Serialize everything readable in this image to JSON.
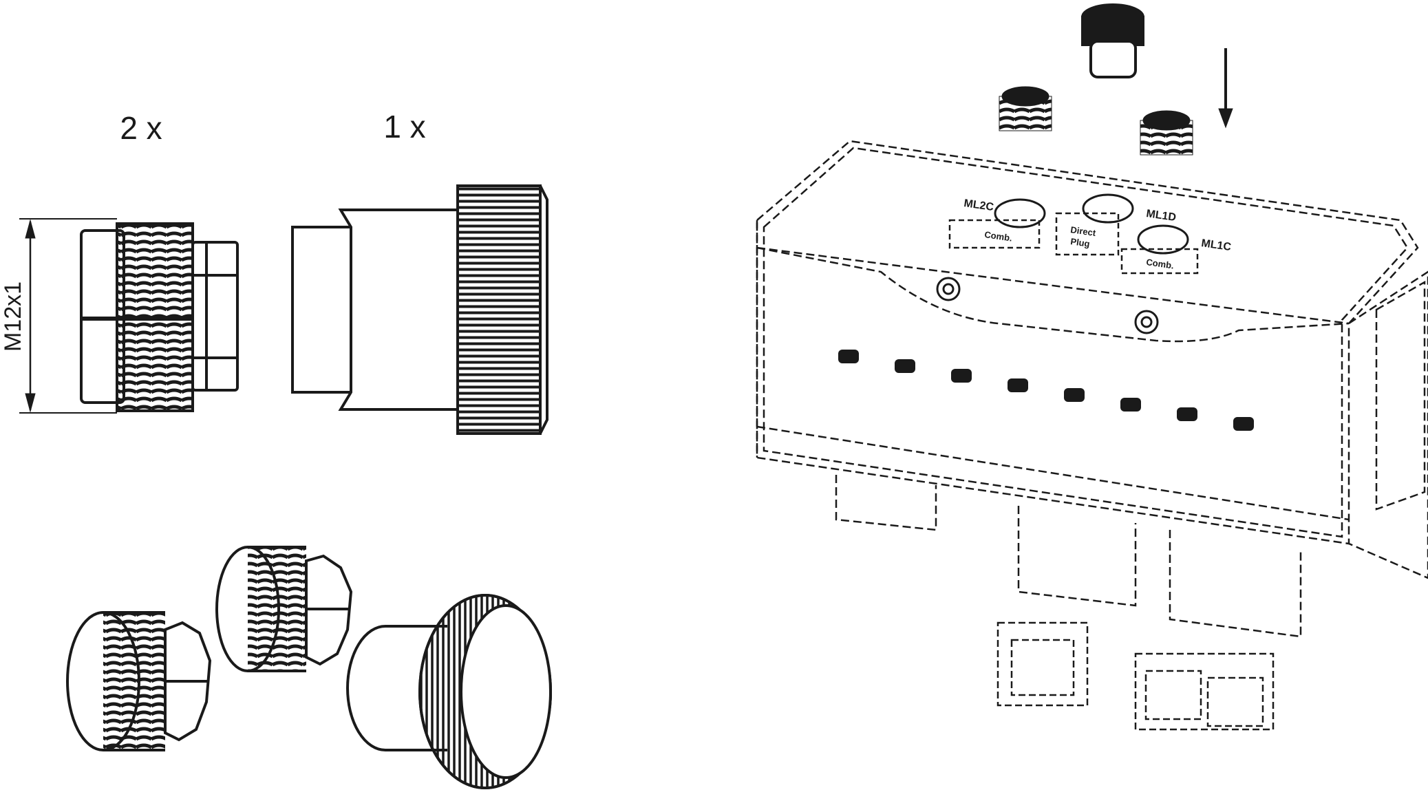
{
  "quantities": {
    "plug": "2 x",
    "cap": "1 x"
  },
  "dimension": {
    "thread": "M12x1"
  },
  "module": {
    "port_left": "ML2C",
    "port_mid": "ML1D",
    "port_right": "ML1C",
    "tag_left": "Comb.",
    "tag_mid_line1": "Direct",
    "tag_mid_line2": "Plug",
    "tag_right": "Comb."
  },
  "colors": {
    "line": "#1a1a1a",
    "background": "#ffffff"
  }
}
